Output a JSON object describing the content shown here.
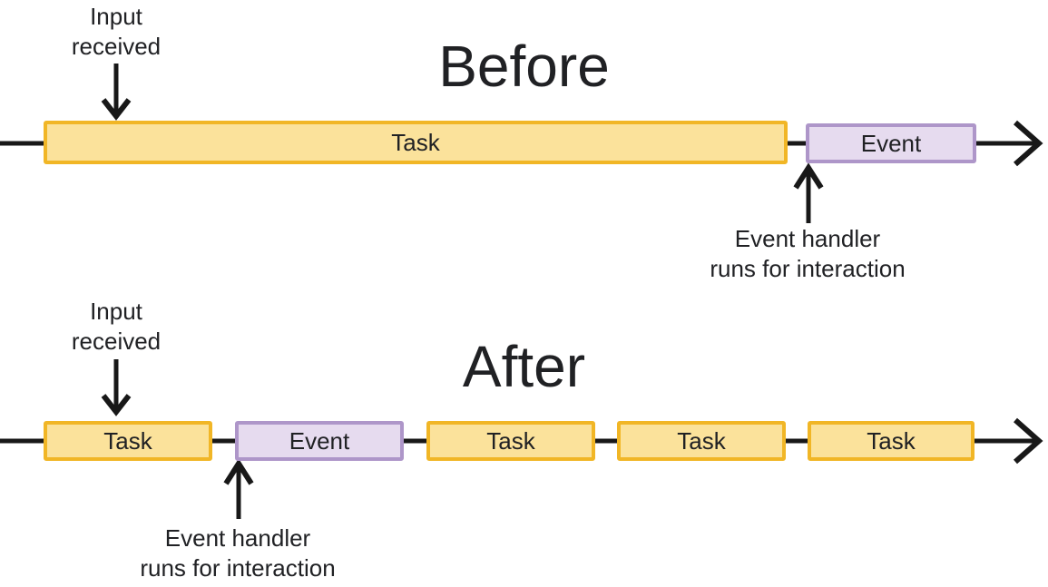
{
  "colors": {
    "text": "#202124",
    "line": "#181818",
    "task_fill": "#FBE29B",
    "task_border": "#F1B626",
    "event_fill": "#E6DBEF",
    "event_border": "#AE96C9",
    "background": "#FFFFFF"
  },
  "before": {
    "title": "Before",
    "input_label": "Input\nreceived",
    "handler_label": "Event handler\nruns for interaction",
    "bars": [
      {
        "type": "task",
        "label": "Task"
      },
      {
        "type": "event",
        "label": "Event"
      }
    ]
  },
  "after": {
    "title": "After",
    "input_label": "Input\nreceived",
    "handler_label": "Event handler\nruns for interaction",
    "bars": [
      {
        "type": "task",
        "label": "Task"
      },
      {
        "type": "event",
        "label": "Event"
      },
      {
        "type": "task",
        "label": "Task"
      },
      {
        "type": "task",
        "label": "Task"
      },
      {
        "type": "task",
        "label": "Task"
      }
    ]
  }
}
